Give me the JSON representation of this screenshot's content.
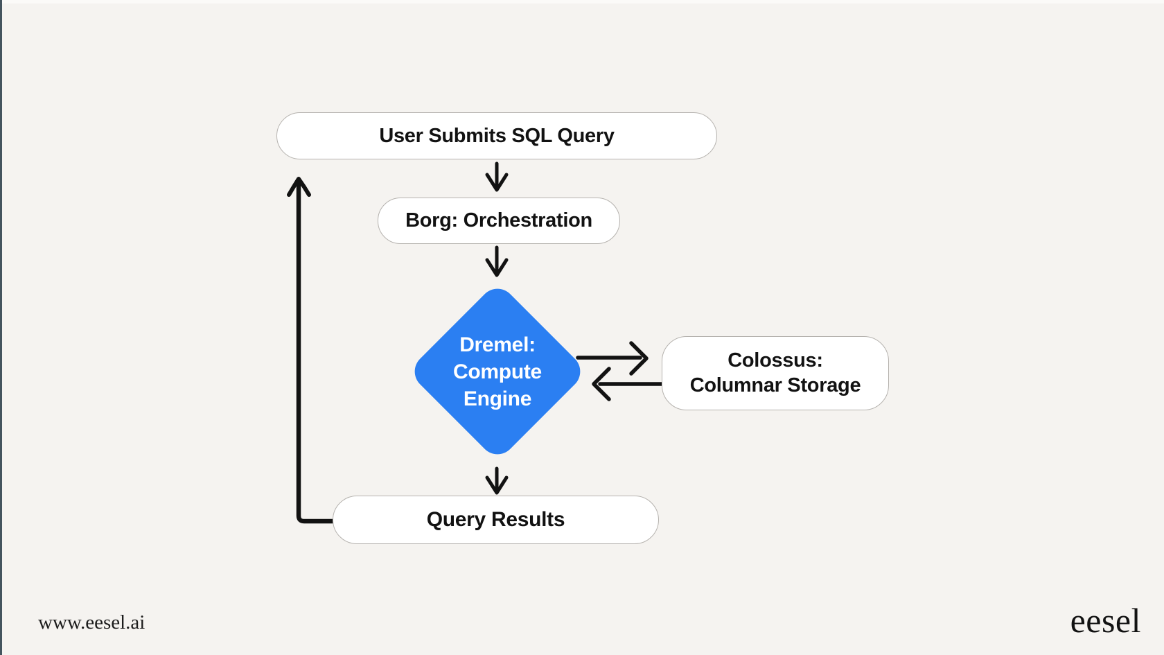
{
  "diagram": {
    "title_context": "SQL query execution flow",
    "nodes": {
      "user_query": {
        "label": "User Submits SQL Query",
        "shape": "rounded-rect"
      },
      "borg": {
        "label": "Borg: Orchestration",
        "shape": "rounded-rect"
      },
      "dremel": {
        "lines": [
          "Dremel:",
          "Compute",
          "Engine"
        ],
        "shape": "diamond"
      },
      "colossus": {
        "lines": [
          "Colossus:",
          "Columnar Storage"
        ],
        "shape": "rounded-rect"
      },
      "results": {
        "label": "Query Results",
        "shape": "rounded-rect"
      }
    },
    "edges": [
      {
        "from": "user_query",
        "to": "borg",
        "direction": "down"
      },
      {
        "from": "borg",
        "to": "dremel",
        "direction": "down"
      },
      {
        "from": "dremel",
        "to": "colossus",
        "direction": "right"
      },
      {
        "from": "colossus",
        "to": "dremel",
        "direction": "left"
      },
      {
        "from": "dremel",
        "to": "results",
        "direction": "down"
      },
      {
        "from": "results",
        "to": "user_query",
        "direction": "loop-up-left"
      }
    ]
  },
  "footer": {
    "website": "www.eesel.ai",
    "logo": "eesel"
  },
  "colors": {
    "background": "#f5f3f0",
    "node_fill": "#ffffff",
    "node_border": "#b5b2ae",
    "diamond_fill": "#2b7ff2",
    "diamond_text": "#ffffff",
    "arrow": "#121212",
    "text": "#121212",
    "edge_accent": "#44545e"
  }
}
